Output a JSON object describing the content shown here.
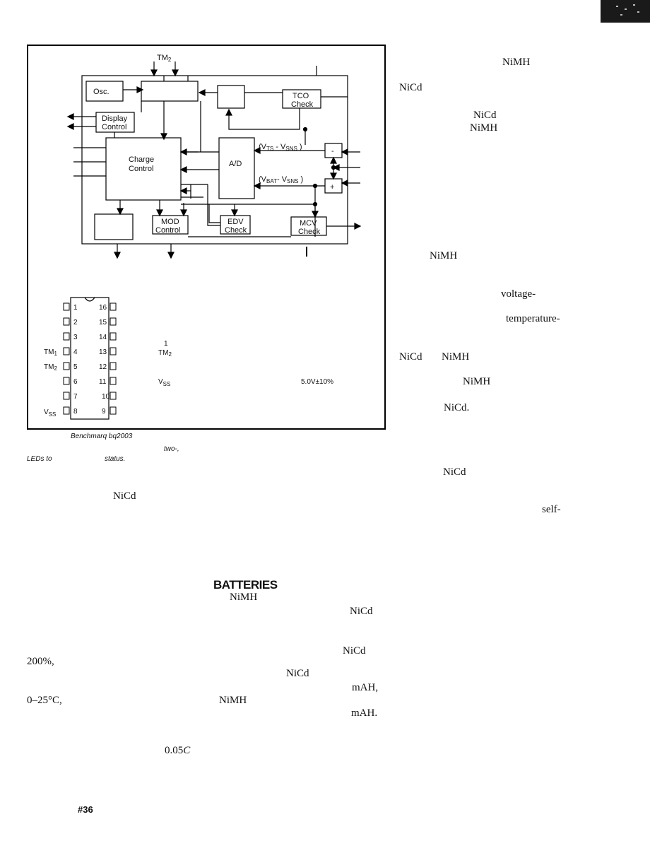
{
  "corner_mark": "",
  "diagram": {
    "top_pin_label": "TM",
    "top_pin_sub": "2",
    "blocks": {
      "osc": "Osc.",
      "display_1": "Display",
      "display_2": "Control",
      "charge_1": "Charge",
      "charge_2": "Control",
      "ad": "A/D",
      "tco_1": "TCO",
      "tco_2": "Check",
      "edv_1": "EDV",
      "edv_2": "Check",
      "mcv_1": "MCV",
      "mcv_2": "Check",
      "mod_1": "MOD",
      "mod_2": "Control",
      "minus": "-",
      "plus": "+"
    },
    "signals": {
      "vts": "(V",
      "vts_sub1": "TS",
      "vts_mid": " - V",
      "vts_sub2": "SNS",
      "vts_end": " )",
      "vbat": "(V",
      "vbat_sub1": "BAT",
      "vbat_mid": "- V",
      "vbat_sub2": "SNS",
      "vbat_end": " )"
    },
    "pin_labels": {
      "tm1": "TM",
      "tm1_sub": "1",
      "tm2": "TM",
      "tm2_sub": "2",
      "vss": "V",
      "vss_sub": "SS"
    },
    "pins_left": [
      "1",
      "2",
      "3",
      "4",
      "5",
      "6",
      "7",
      "8"
    ],
    "pins_right": [
      "16",
      "15",
      "14",
      "13",
      "12",
      "11",
      "10",
      "9"
    ],
    "desc": {
      "tm_sup": "1",
      "tm2": "TM",
      "tm2_sub": "2",
      "vss": "V",
      "vss_sub": "SS",
      "supply": "5.0V±10%"
    }
  },
  "caption": {
    "line1_word": "Benchmarq bq2003",
    "line2_word": "two-,",
    "line3_a": "LEDs to",
    "line3_b": "status."
  },
  "right_column": [
    "NiMH",
    "NiCd",
    "NiCd",
    "NiMH",
    "NiMH",
    "voltage-",
    "temperature-",
    "NiCd",
    "NiMH",
    "NiMH",
    "NiCd.",
    "NiCd",
    "self-"
  ],
  "left_column": {
    "nicd1": "NiCd",
    "heading": "BATTERIES",
    "nimh1": "NiMH",
    "nicd2": "NiCd",
    "nicd3": "NiCd",
    "pct": "200%,",
    "nicd4": "NiCd",
    "mah1": "mAH,",
    "temp": "0–25°C,",
    "nimh2": "NiMH",
    "mah2": "mAH.",
    "rate_num": "0.05",
    "rate_c": "C"
  },
  "footer": {
    "issue": "#36"
  }
}
